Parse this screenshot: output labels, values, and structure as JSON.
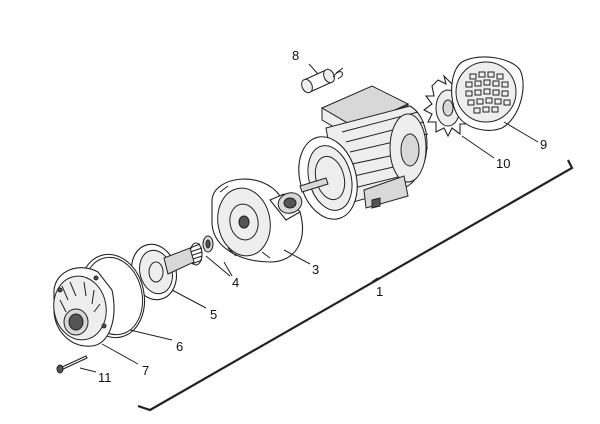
{
  "callouts": {
    "c1": "1",
    "c3": "3",
    "c4": "4",
    "c5": "5",
    "c6": "6",
    "c7": "7",
    "c8": "8",
    "c9": "9",
    "c10": "10",
    "c11": "11"
  }
}
